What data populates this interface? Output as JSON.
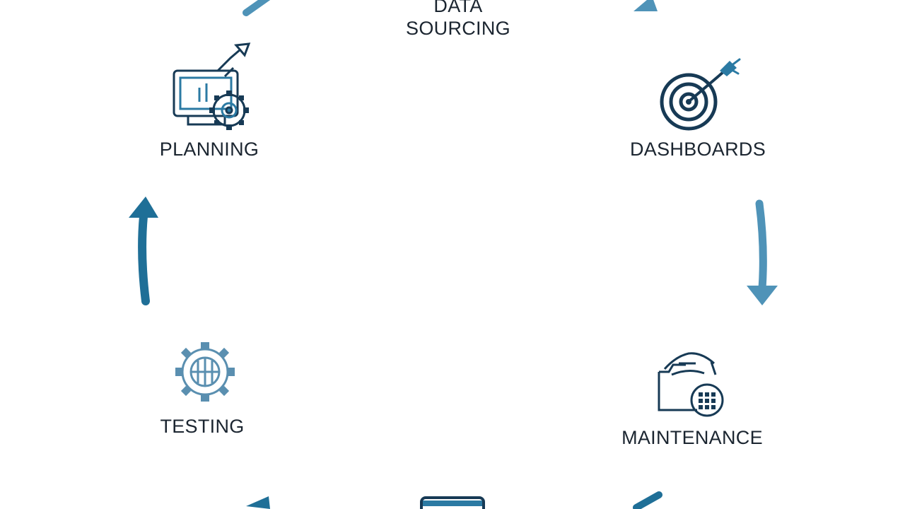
{
  "stages": [
    {
      "id": "data-sourcing",
      "label_lines": [
        "DATA",
        "SOURCING"
      ],
      "icon": "data-icon"
    },
    {
      "id": "dashboards",
      "label_lines": [
        "DASHBOARDS"
      ],
      "icon": "target-icon"
    },
    {
      "id": "maintenance",
      "label_lines": [
        "MAINTENANCE"
      ],
      "icon": "maintenance-icon"
    },
    {
      "id": "bottom",
      "label_lines": [],
      "icon": "card-icon"
    },
    {
      "id": "testing",
      "label_lines": [
        "TESTING"
      ],
      "icon": "gear-icon"
    },
    {
      "id": "planning",
      "label_lines": [
        "PLANNING"
      ],
      "icon": "monitor-tools-icon"
    }
  ],
  "colors": {
    "arrow": "#1f6f97",
    "arrow_light": "#4f93b8",
    "icon_dark": "#173a55",
    "icon_accent": "#2b7aa3",
    "icon_light": "#5a8fb0",
    "text": "#1b2530"
  }
}
